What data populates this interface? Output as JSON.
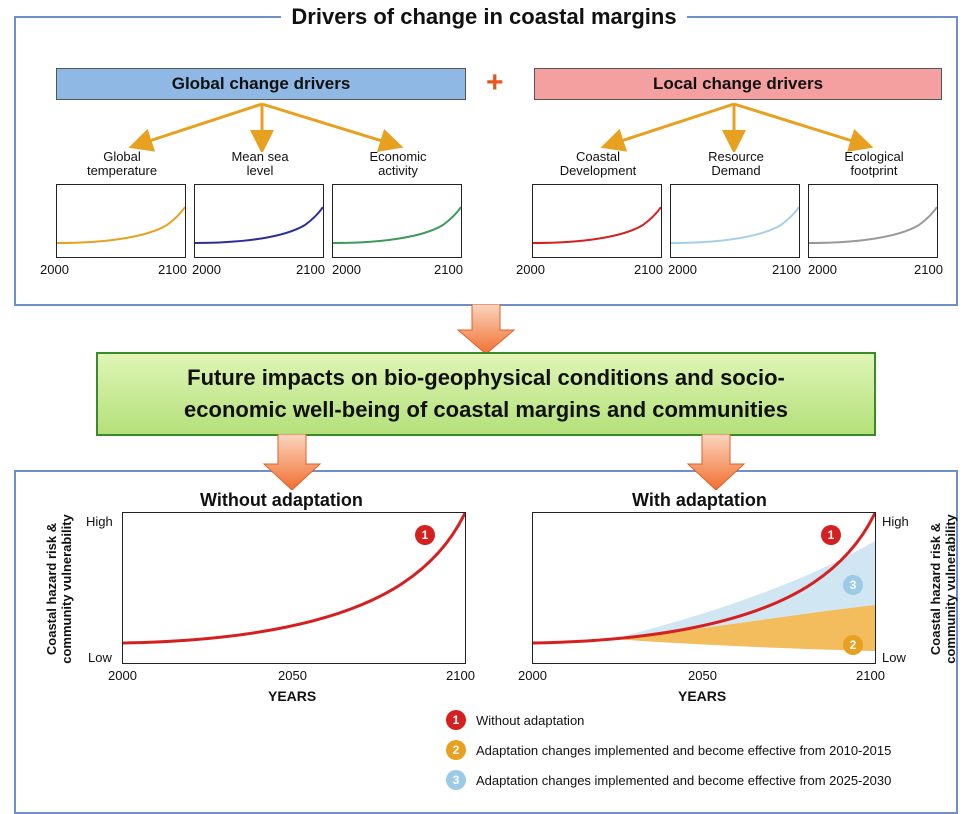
{
  "title": "Drivers of change in coastal margins",
  "global_box": "Global change drivers",
  "plus": "+",
  "local_box": "Local change drivers",
  "drivers": [
    {
      "label_line1": "Global",
      "label_line2": "temperature",
      "start": "2000",
      "end": "2100",
      "color": "#e8a020"
    },
    {
      "label_line1": "Mean sea",
      "label_line2": "level",
      "start": "2000",
      "end": "2100",
      "color": "#2c2c9a"
    },
    {
      "label_line1": "Economic",
      "label_line2": "activity",
      "start": "2000",
      "end": "2100",
      "color": "#3a9a5a"
    },
    {
      "label_line1": "Coastal",
      "label_line2": "Development",
      "start": "2000",
      "end": "2100",
      "color": "#d42020"
    },
    {
      "label_line1": "Resource",
      "label_line2": "Demand",
      "start": "2000",
      "end": "2100",
      "color": "#a8cfea"
    },
    {
      "label_line1": "Ecological",
      "label_line2": "footprint",
      "start": "2000",
      "end": "2100",
      "color": "#999999"
    }
  ],
  "impact_line1": "Future impacts on bio-geophysical conditions and socio-",
  "impact_line2": "economic well-being of coastal margins and communities",
  "without": {
    "title": "Without adaptation",
    "high": "High",
    "low": "Low",
    "x_ticks": [
      "2000",
      "2050",
      "2100"
    ],
    "xlabel": "YEARS",
    "ylabel_line1": "Coastal hazard risk &",
    "ylabel_line2": "community vulnerability",
    "badges": [
      "1"
    ]
  },
  "with": {
    "title": "With adaptation",
    "high": "High",
    "low": "Low",
    "x_ticks": [
      "2000",
      "2050",
      "2100"
    ],
    "xlabel": "YEARS",
    "ylabel_line1": "Coastal hazard risk &",
    "ylabel_line2": "community vulnerability",
    "badges": [
      "1",
      "3",
      "2"
    ]
  },
  "legend": [
    {
      "num": "1",
      "text": "Without adaptation",
      "color": "#d42020"
    },
    {
      "num": "2",
      "text": "Adaptation changes implemented and become effective from 2010-2015",
      "color": "#e8a020"
    },
    {
      "num": "3",
      "text": "Adaptation changes implemented and become effective from 2025-2030",
      "color": "#9ccbe8"
    }
  ]
}
